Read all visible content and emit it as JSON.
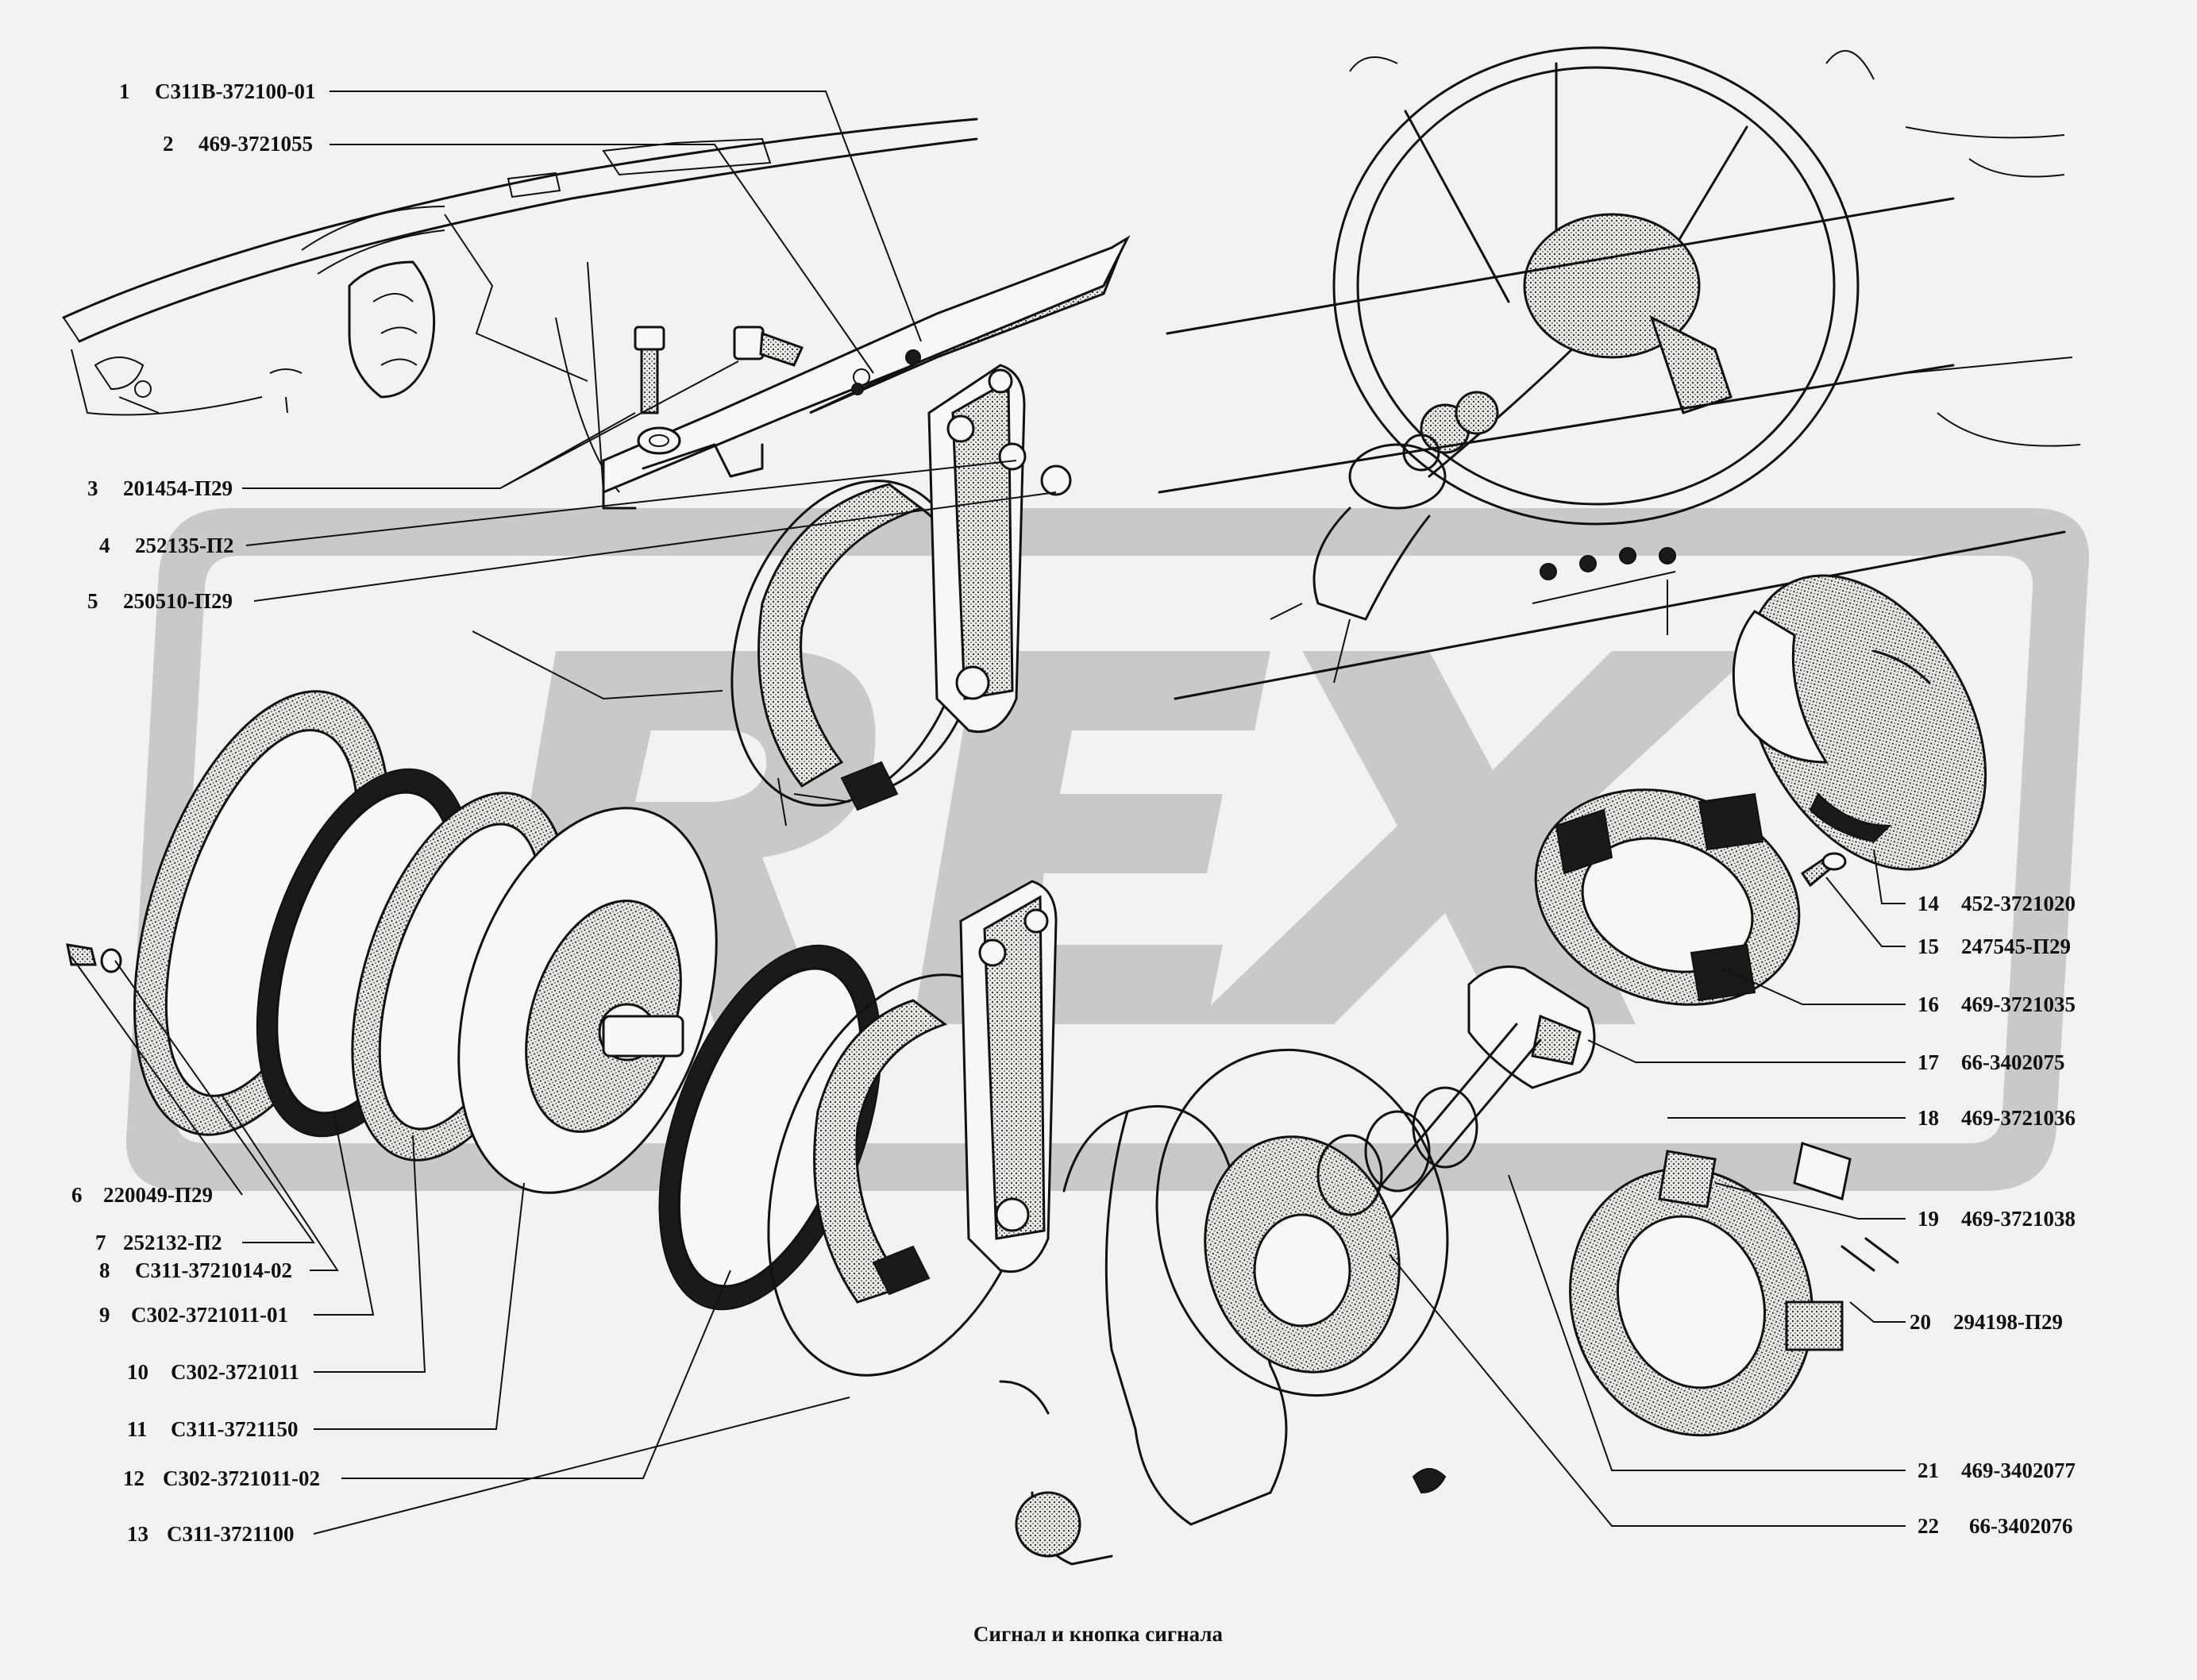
{
  "caption": "Сигнал и кнопка сигнала",
  "watermark": "REX",
  "labels": [
    {
      "num": "1",
      "part": "С311В-372100-01"
    },
    {
      "num": "2",
      "part": "469-3721055"
    },
    {
      "num": "3",
      "part": "201454-П29"
    },
    {
      "num": "4",
      "part": "252135-П2"
    },
    {
      "num": "5",
      "part": "250510-П29"
    },
    {
      "num": "6",
      "part": "220049-П29"
    },
    {
      "num": "7",
      "part": "252132-П2"
    },
    {
      "num": "8",
      "part": "С311-3721014-02"
    },
    {
      "num": "9",
      "part": "С302-3721011-01"
    },
    {
      "num": "10",
      "part": "С302-3721011"
    },
    {
      "num": "11",
      "part": "С311-3721150"
    },
    {
      "num": "12",
      "part": "С302-3721011-02"
    },
    {
      "num": "13",
      "part": "С311-3721100"
    },
    {
      "num": "14",
      "part": "452-3721020"
    },
    {
      "num": "15",
      "part": "247545-П29"
    },
    {
      "num": "16",
      "part": "469-3721035"
    },
    {
      "num": "17",
      "part": "66-3402075"
    },
    {
      "num": "18",
      "part": "469-3721036"
    },
    {
      "num": "19",
      "part": "469-3721038"
    },
    {
      "num": "20",
      "part": "294198-П29"
    },
    {
      "num": "21",
      "part": "469-3402077"
    },
    {
      "num": "22",
      "part": "66-3402076"
    }
  ]
}
